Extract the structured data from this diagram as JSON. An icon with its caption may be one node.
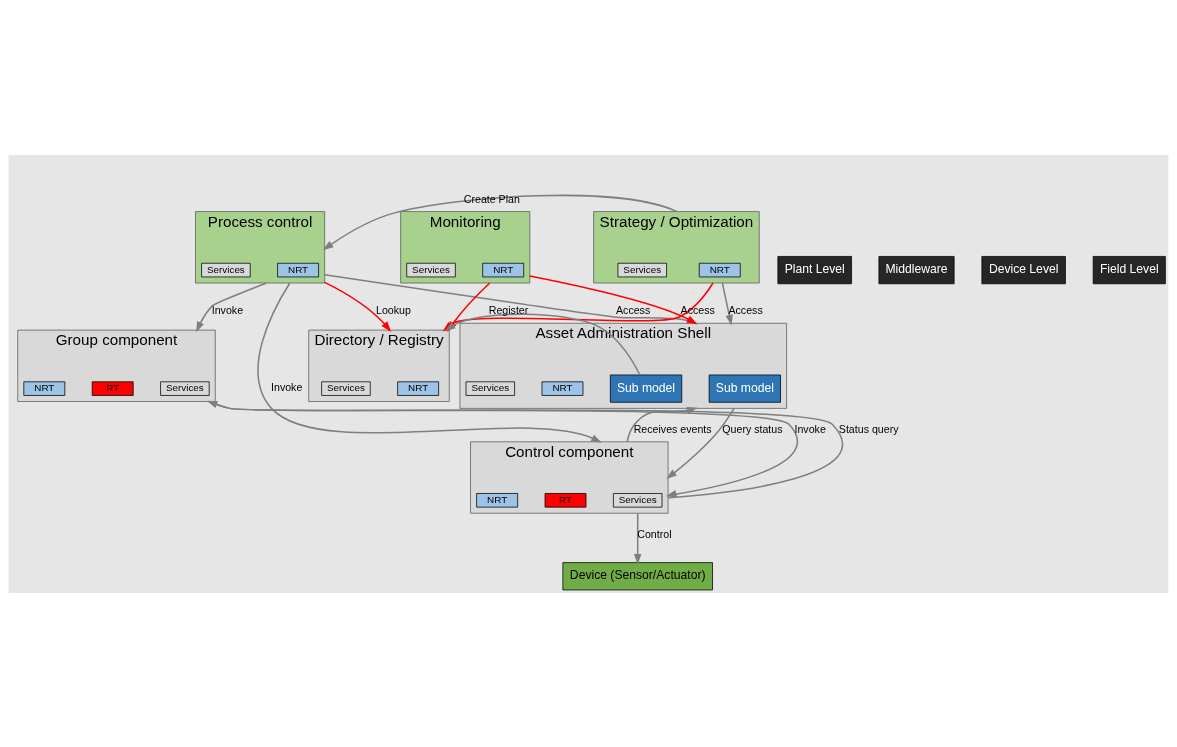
{
  "diagram": {
    "nodes": [
      {
        "text": [
          "Process control"
        ]
      },
      {
        "text": [
          "NRT"
        ],
        "in": 0
      },
      {
        "text": [
          "Services"
        ],
        "in": 0
      },
      {
        "text": [
          "Strategy / Optimization"
        ]
      },
      {
        "text": [
          "NRT"
        ],
        "in": 3
      },
      {
        "text": [
          "Services"
        ],
        "in": 3
      },
      {
        "text": [
          "Monitoring"
        ]
      },
      {
        "text": [
          "NRT"
        ],
        "in": 6
      },
      {
        "text": [
          "Services"
        ],
        "in": 6
      },
      {
        "text": [
          "Asset Administration Shell"
        ]
      },
      {
        "text": [
          "Sub model"
        ],
        "in": 9
      },
      {
        "text": [
          "Sub model"
        ],
        "in": 9
      },
      {
        "text": [
          "NRT"
        ],
        "in": 9
      },
      {
        "text": [
          "Services"
        ],
        "in": 9
      },
      {
        "text": [
          "Directory / Registry"
        ]
      },
      {
        "text": [
          "NRT"
        ],
        "in": 14
      },
      {
        "text": [
          "Services"
        ],
        "in": 14
      },
      {
        "text": [
          "Group component"
        ]
      },
      {
        "text": [
          "Services"
        ],
        "in": 17
      },
      {
        "text": [
          "RT"
        ],
        "in": 17
      },
      {
        "text": [
          "NRT"
        ],
        "in": 17
      },
      {
        "text": [
          "Control component"
        ]
      },
      {
        "text": [
          "Services"
        ],
        "in": 21
      },
      {
        "text": [
          "RT"
        ],
        "in": 21
      },
      {
        "text": [
          "NRT"
        ],
        "in": 21
      },
      {
        "text": [
          "Device (Sensor/Actuator)"
        ]
      },
      {
        "text": [
          "Plant Level"
        ]
      },
      {
        "text": [
          "Middleware"
        ]
      },
      {
        "text": [
          "Device Level"
        ]
      },
      {
        "text": [
          "Field Level"
        ]
      }
    ],
    "edges": [
      {
        "from": 0,
        "to": 14,
        "arrow": "to",
        "label": "Lookup",
        "color": "#ff0000"
      },
      {
        "from": 3,
        "to": 14,
        "arrow": "to",
        "color": "#ff0000"
      },
      {
        "from": 6,
        "to": 14,
        "arrow": "to",
        "color": "#ff0000"
      },
      {
        "from": 3,
        "to": 0,
        "arrow": "to",
        "label": "Create Plan"
      },
      {
        "from": 3,
        "to": 9,
        "arrow": "to",
        "label": "Access"
      },
      {
        "from": 6,
        "to": 9,
        "arrow": "to",
        "label": "Access",
        "color": "#ff0000"
      },
      {
        "from": 0,
        "to": 9,
        "arrow": "to",
        "label": "Access"
      },
      {
        "from": 0,
        "to": 17,
        "arrow": "to",
        "label": "Invoke"
      },
      {
        "from": 0,
        "to": 21,
        "arrow": "to",
        "label": "Invoke"
      },
      {
        "from": 11,
        "to": 14,
        "arrow": "to",
        "label": "Register"
      },
      {
        "from": 21,
        "to": 9,
        "arrow": "to",
        "label": "Receives events"
      },
      {
        "from": 9,
        "to": 21,
        "arrow": "to",
        "label": "Query status"
      },
      {
        "from": 17,
        "to": 21,
        "arrow": "to",
        "label": "Invoke"
      },
      {
        "from": 21,
        "to": 17,
        "arrow": "to",
        "label": "Status query"
      },
      {
        "from": 21,
        "to": 25,
        "arrow": "to",
        "label": "Control"
      }
    ]
  }
}
